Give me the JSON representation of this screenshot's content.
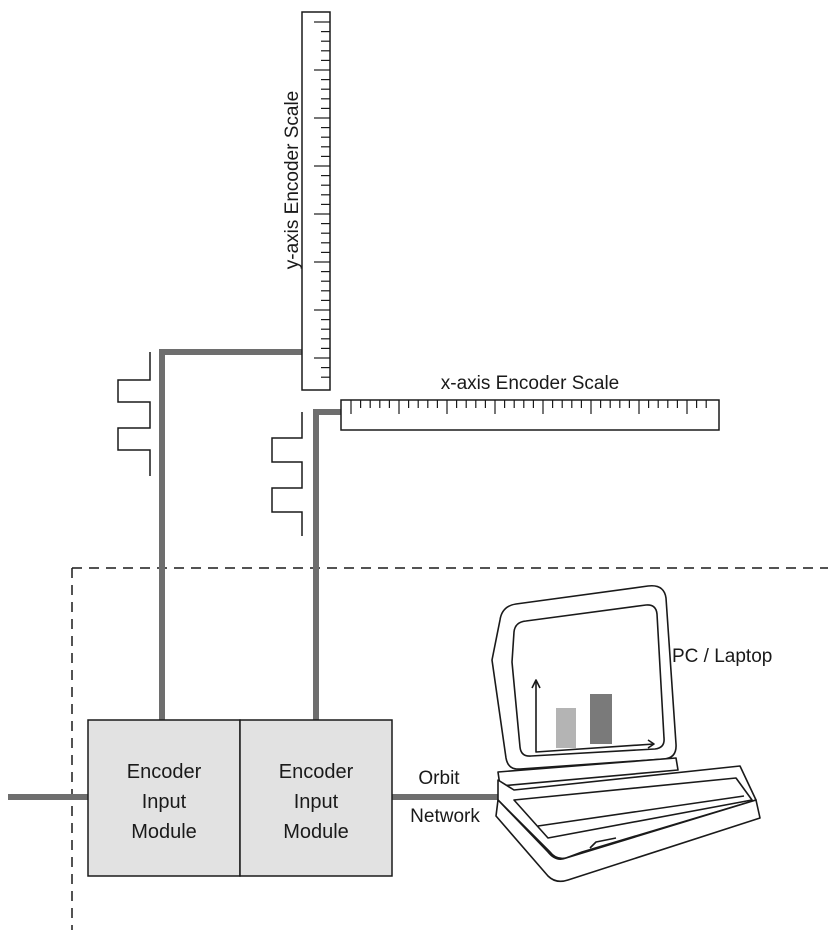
{
  "diagram": {
    "y_scale_label": "y-axis Encoder Scale",
    "x_scale_label": "x-axis Encoder Scale",
    "module_1": {
      "line1": "Encoder",
      "line2": "Input",
      "line3": "Module"
    },
    "module_2": {
      "line1": "Encoder",
      "line2": "Input",
      "line3": "Module"
    },
    "network_label_1": "Orbit",
    "network_label_2": "Network",
    "pc_label": "PC / Laptop"
  },
  "colors": {
    "cable": "#6e6e6e",
    "module_fill": "#e2e2e2",
    "outline": "#1a1a1a",
    "bar_light": "#b4b4b4",
    "bar_dark": "#7a7a7a"
  }
}
